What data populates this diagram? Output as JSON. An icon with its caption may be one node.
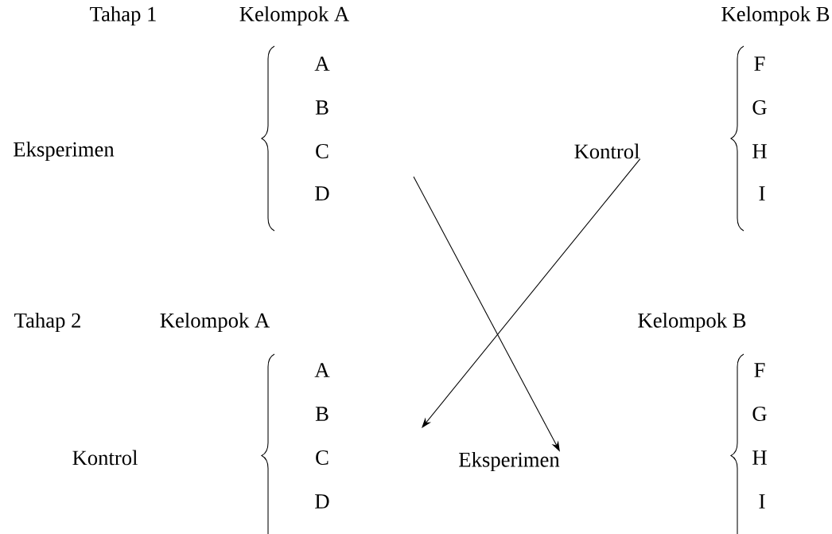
{
  "diagram": {
    "nodes": [
      {
        "text": [
          "Kontrol"
        ]
      },
      {
        "text": [
          "Eksperimen"
        ]
      }
    ],
    "edges": [
      {
        "from": null,
        "to": 1,
        "arrow": "to"
      },
      {
        "from": 0,
        "to": null,
        "arrow": "to"
      }
    ],
    "labels": [
      "Tahap 1",
      "Kelompok A",
      "Kelompok B",
      "A",
      "F",
      "B",
      "G",
      "Eksperimen",
      "C",
      "H",
      "D",
      "I",
      "Tahap 2",
      "Kelompok A",
      "Kelompok B",
      "A",
      "F",
      "B",
      "G",
      "Kontrol",
      "C",
      "H",
      "D",
      "I"
    ]
  }
}
